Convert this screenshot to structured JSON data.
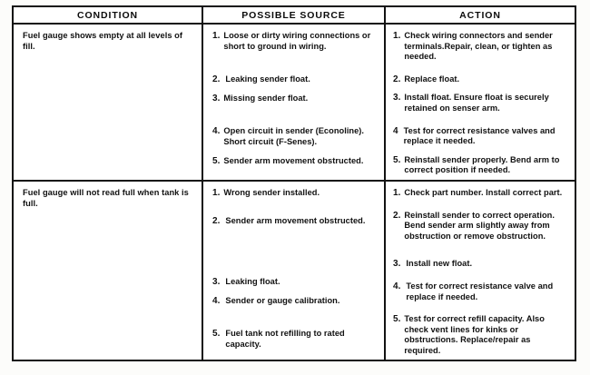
{
  "table": {
    "headers": [
      "CONDITION",
      "POSSIBLE SOURCE",
      "ACTION"
    ],
    "rows": [
      {
        "condition": "Fuel gauge shows empty at all levels of fill.",
        "possible_source": [
          {
            "num": "1.",
            "text": "Loose or dirty wiring connections or short to ground in wiring."
          },
          {
            "num": "2.",
            "text": "Leaking sender float."
          },
          {
            "num": "3.",
            "text": "Missing sender float."
          },
          {
            "num": "4.",
            "text": "Open circuit in sender (Econoline). Short circuit (F-Senes)."
          },
          {
            "num": "5.",
            "text": "Sender arm movement obstructed."
          }
        ],
        "action": [
          {
            "num": "1.",
            "text": "Check wiring connectors and sender terminals.Repair, clean, or tighten as needed."
          },
          {
            "num": "2.",
            "text": "Replace float."
          },
          {
            "num": "3.",
            "text": "Install float. Ensure float is securely retained on senser arm."
          },
          {
            "num": "4",
            "text": "Test for correct resistance valves and replace it needed."
          },
          {
            "num": "5.",
            "text": "Reinstall sender properly. Bend arm to correct position if needed."
          }
        ]
      },
      {
        "condition": "Fuel gauge will not read full when tank is full.",
        "possible_source": [
          {
            "num": "1.",
            "text": "Wrong sender installed."
          },
          {
            "num": "2.",
            "text": "Sender arm movement obstructed."
          },
          {
            "num": "3.",
            "text": "Leaking float."
          },
          {
            "num": "4.",
            "text": "Sender or gauge calibration."
          },
          {
            "num": "5.",
            "text": "Fuel tank not refilling to rated capacity."
          }
        ],
        "action": [
          {
            "num": "1.",
            "text": "Check part number. Install correct part."
          },
          {
            "num": "2.",
            "text": "Reinstall sender to correct operation. Bend sender arm slightly away from obstruction or remove obstruction."
          },
          {
            "num": "3.",
            "text": "Install new float."
          },
          {
            "num": "4.",
            "text": "Test for correct resistance valve and replace if needed."
          },
          {
            "num": "5.",
            "text": "Test for correct refill capacity. Also check vent lines for kinks or obstructions. Replace/repair as required."
          }
        ]
      }
    ]
  }
}
